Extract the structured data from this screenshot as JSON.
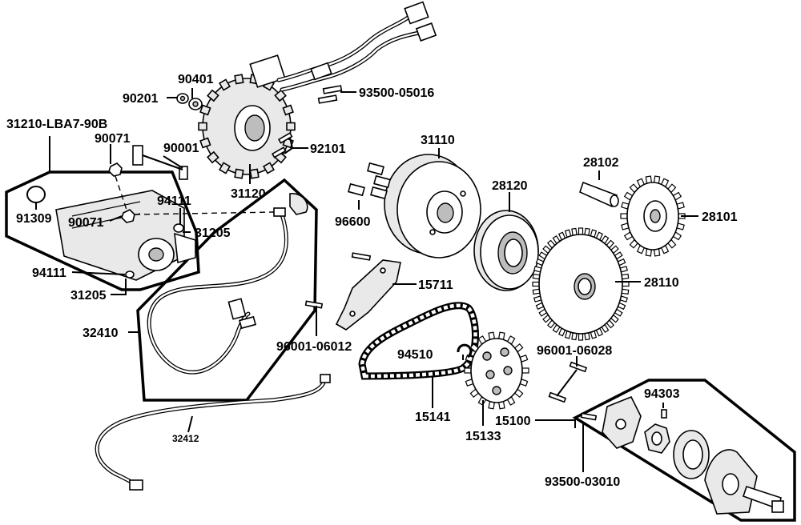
{
  "diagram": {
    "labels": {
      "p31210": "31210-LBA7-90B",
      "p90071a": "90071",
      "p90001": "90001",
      "p90201": "90201",
      "p90401": "90401",
      "p93500_05016": "93500-05016",
      "p92101": "92101",
      "p31120": "31120",
      "p91309": "91309",
      "p90071b": "90071",
      "p94111a": "94111",
      "p31205a": "31205",
      "p94111b": "94111",
      "p31205b": "31205",
      "p32410": "32410",
      "p32412": "32412",
      "p31110": "31110",
      "p96600": "96600",
      "p28120": "28120",
      "p28102": "28102",
      "p28101": "28101",
      "p15711": "15711",
      "p96001_06012": "96001-06012",
      "p28110": "28110",
      "p94510": "94510",
      "p96001_06028": "96001-06028",
      "p15141": "15141",
      "p15133": "15133",
      "p15100": "15100",
      "p94303": "94303",
      "p93500_03010": "93500-03010"
    }
  }
}
